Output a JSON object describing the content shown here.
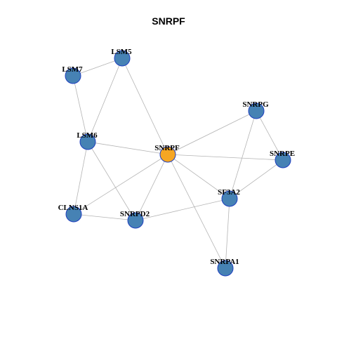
{
  "title": "SNRPF",
  "colors": {
    "center_node": "#f5a623",
    "node": "#4682b4",
    "node_border": "#1f3fbf",
    "edge": "#b4b4b4"
  },
  "nodes": [
    {
      "id": "SNRPF",
      "label": "SNRPF",
      "center": true
    },
    {
      "id": "LSM5",
      "label": "LSM5"
    },
    {
      "id": "LSM7",
      "label": "LSM7"
    },
    {
      "id": "LSM6",
      "label": "LSM6"
    },
    {
      "id": "SNRPG",
      "label": "SNRPG"
    },
    {
      "id": "SNRPE",
      "label": "SNRPE"
    },
    {
      "id": "SF3A2",
      "label": "SF3A2"
    },
    {
      "id": "CLNS1A",
      "label": "CLNS1A"
    },
    {
      "id": "SNRPD2",
      "label": "SNRPD2"
    },
    {
      "id": "SNRPA1",
      "label": "SNRPA1"
    }
  ],
  "edges": [
    [
      "LSM7",
      "LSM5"
    ],
    [
      "LSM7",
      "LSM6"
    ],
    [
      "LSM5",
      "LSM6"
    ],
    [
      "LSM5",
      "SNRPF"
    ],
    [
      "LSM6",
      "SNRPF"
    ],
    [
      "LSM6",
      "CLNS1A"
    ],
    [
      "LSM6",
      "SNRPD2"
    ],
    [
      "SNRPF",
      "SNRPG"
    ],
    [
      "SNRPF",
      "SNRPE"
    ],
    [
      "SNRPF",
      "SF3A2"
    ],
    [
      "SNRPF",
      "CLNS1A"
    ],
    [
      "SNRPF",
      "SNRPD2"
    ],
    [
      "SNRPF",
      "SNRPA1"
    ],
    [
      "SNRPG",
      "SNRPE"
    ],
    [
      "SNRPG",
      "SF3A2"
    ],
    [
      "SNRPE",
      "SF3A2"
    ],
    [
      "SF3A2",
      "SNRPD2"
    ],
    [
      "SF3A2",
      "SNRPA1"
    ],
    [
      "CLNS1A",
      "SNRPD2"
    ]
  ]
}
